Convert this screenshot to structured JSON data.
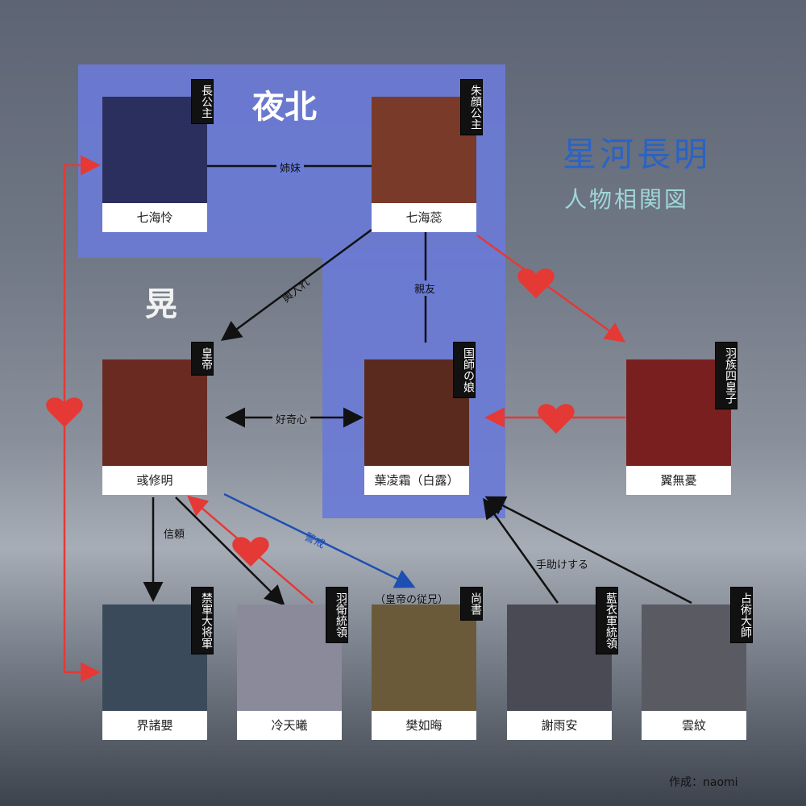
{
  "regions": {
    "yebei": "夜北",
    "huang": "晃"
  },
  "title": {
    "main": "星河長明",
    "sub": "人物相関図"
  },
  "author": "作成：naomi",
  "characters": [
    {
      "id": "hairei",
      "name": "七海怜",
      "role": "長公主",
      "photo": "#2a2f5e"
    },
    {
      "id": "shirui",
      "name": "七海蕊",
      "role": "朱顔公主",
      "photo": "#7a3a2a"
    },
    {
      "id": "emperor",
      "name": "彧修明",
      "role": "皇帝",
      "photo": "#6a2a22"
    },
    {
      "id": "yeling",
      "name": "葉凌霜（白露）",
      "role": "国師の娘",
      "photo": "#5a2a1e"
    },
    {
      "id": "yiwuyou",
      "name": "翼無憂",
      "role": "羽族四皇子",
      "photo": "#7a1f1f"
    },
    {
      "id": "jie",
      "name": "界諸嬰",
      "role": "禁軍大将軍",
      "photo": "#3a4a5a"
    },
    {
      "id": "leng",
      "name": "冷天曦",
      "role": "羽衛統領",
      "photo": "#8a8a9a"
    },
    {
      "id": "fan",
      "name": "樊如晦",
      "role": "尚書",
      "photo": "#6a5a3a"
    },
    {
      "id": "xie",
      "name": "謝雨安",
      "role": "藍衣軍統領",
      "photo": "#4a4a55"
    },
    {
      "id": "yunwen",
      "name": "雲紋",
      "role": "占術大師",
      "photo": "#5a5a62"
    }
  ],
  "relations": {
    "sisters": "姉妹",
    "marriage": "輿入れ",
    "friend": "親友",
    "curiosity": "好奇心",
    "trust": "信頼",
    "caution": "警戒",
    "help": "手助けする",
    "cousin_note": "（皇帝の従兄）"
  },
  "colors": {
    "region": "#6a7bd6",
    "love": "#e53935",
    "caution": "#1e4fb3",
    "title": "#2a63c4"
  }
}
